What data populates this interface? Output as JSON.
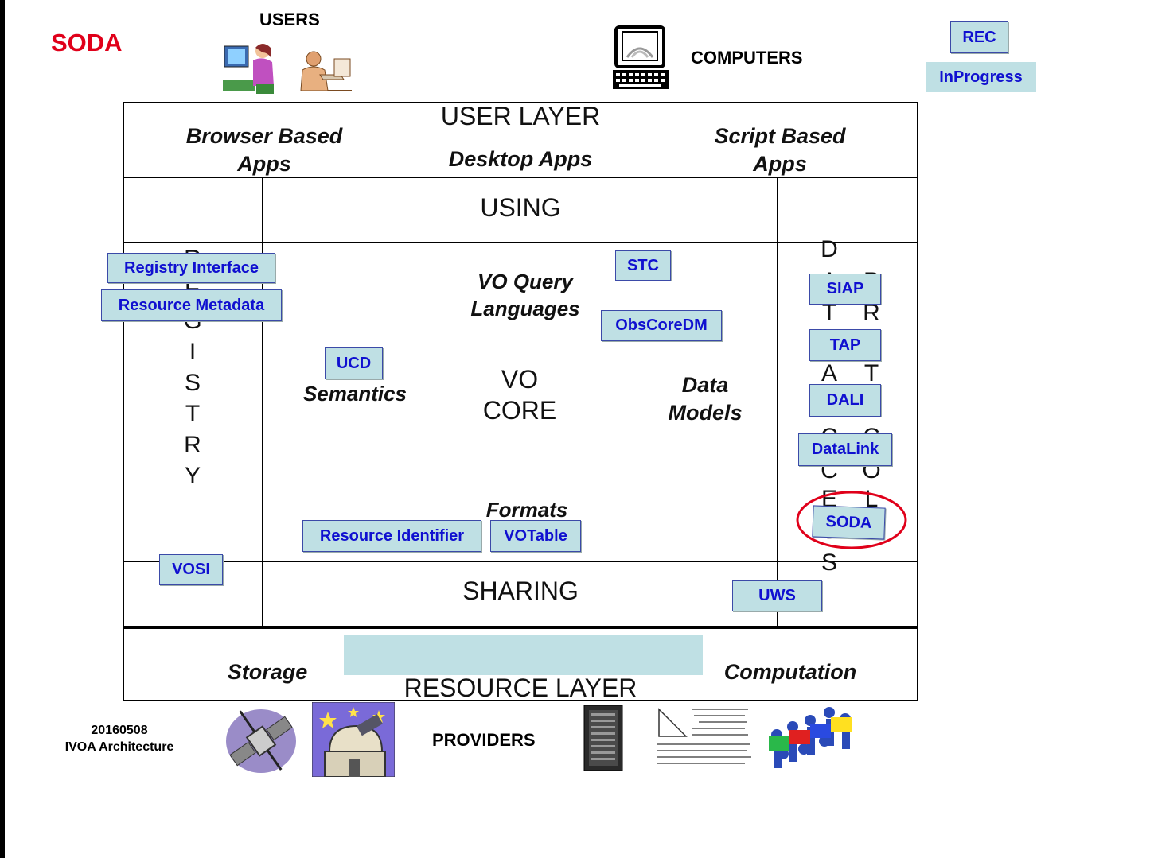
{
  "title": "SODA",
  "header": {
    "users": "USERS",
    "computers": "COMPUTERS",
    "providers": "PROVIDERS"
  },
  "legend": {
    "rec": "REC",
    "in_progress": "InProgress",
    "rec_color": "#bfe0e4",
    "in_progress_color": "#bfe0e4"
  },
  "footer": {
    "date": "20160508",
    "caption": "IVOA Architecture"
  },
  "user_layer": {
    "title": "USER LAYER",
    "browser": "Browser Based\nApps",
    "desktop": "Desktop Apps",
    "script": "Script Based\nApps"
  },
  "using": "USING",
  "sharing": "SHARING",
  "core": {
    "vo_core": "VO\nCORE",
    "query": "VO Query\nLanguages",
    "semantics": "Semantics",
    "data_models": "Data\nModels",
    "formats": "Formats"
  },
  "registry_letters": [
    "R",
    "E",
    "G",
    "I",
    "S",
    "T",
    "R",
    "Y"
  ],
  "data_access_letters": [
    "D",
    "A",
    "T",
    "A",
    "A",
    "C",
    "C",
    "E",
    "S",
    "S"
  ],
  "protocols_letters": [
    "P",
    "R",
    "O",
    "T",
    "O",
    "C",
    "O",
    "L",
    "S"
  ],
  "resource_layer": {
    "title": "RESOURCE LAYER",
    "storage": "Storage",
    "computation": "Computation"
  },
  "standards": {
    "registry_interface": "Registry Interface",
    "resource_metadata": "Resource Metadata",
    "stc": "STC",
    "obscoredm": "ObsCoreDM",
    "ucd": "UCD",
    "siap": "SIAP",
    "tap": "TAP",
    "dali": "DALI",
    "datalink": "DataLink",
    "soda": "SODA",
    "resource_identifier": "Resource Identifier",
    "votable": "VOTable",
    "vosi": "VOSI",
    "uws": "UWS"
  },
  "highlight_color": "#e0001a",
  "title_color": "#e0001a"
}
